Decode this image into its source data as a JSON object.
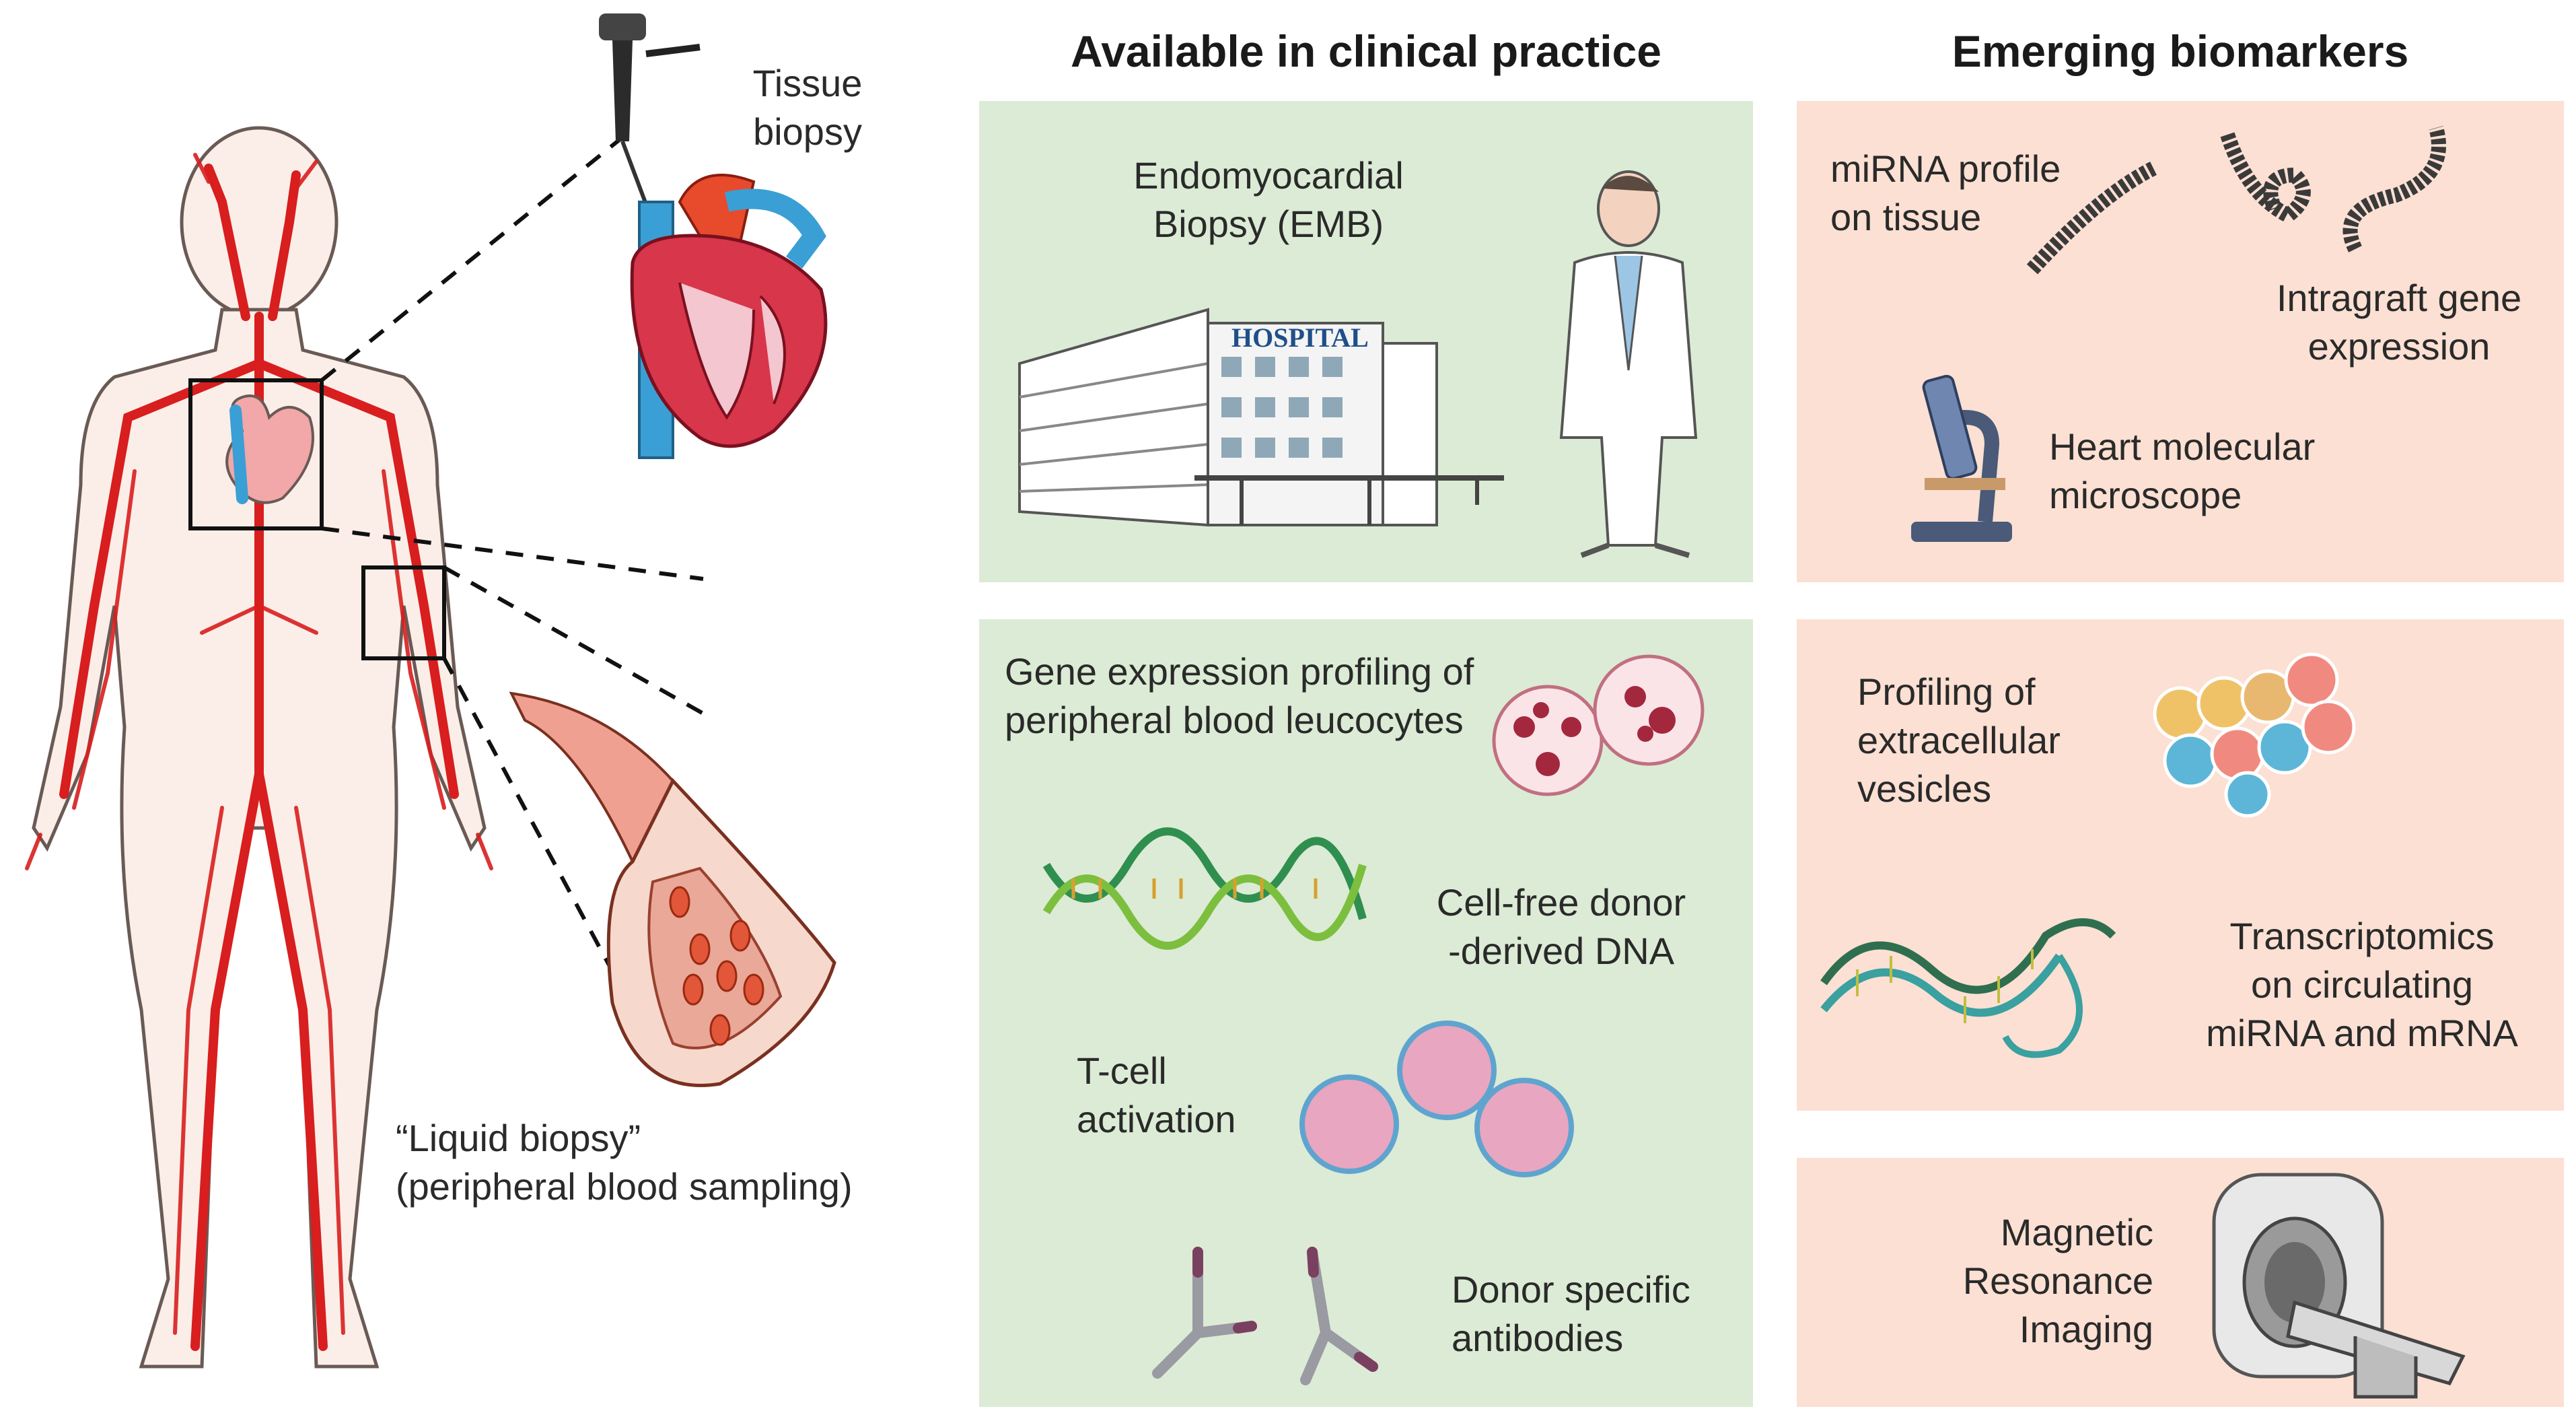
{
  "colors": {
    "artery": "#d81e1e",
    "vein": "#3a9fd4",
    "clinical_panel": "#dcebd5",
    "emerging_panel": "#fbe0d3",
    "rbc": "#e2563a"
  },
  "left": {
    "tissue_biopsy": [
      "Tissue",
      "biopsy"
    ],
    "liquid_biopsy": [
      "“Liquid biopsy”",
      "(peripheral blood sampling)"
    ]
  },
  "clinical": {
    "heading": "Available in clinical practice",
    "hospital_sign": "HOSPITAL",
    "emb": [
      "Endomyocardial",
      "Biopsy (EMB)"
    ],
    "gep": [
      "Gene expression profiling of",
      "peripheral blood leucocytes"
    ],
    "cfdna": [
      "Cell-free donor",
      "-derived DNA"
    ],
    "tcell": [
      "T-cell",
      "activation"
    ],
    "dsa": [
      "Donor specific",
      "antibodies"
    ]
  },
  "emerging": {
    "heading": "Emerging biomarkers",
    "mirna_tissue": [
      "miRNA profile",
      "on tissue"
    ],
    "intragraft": [
      "Intragraft gene",
      "expression"
    ],
    "molecular_microscope": [
      "Heart molecular",
      "microscope"
    ],
    "vesicles": [
      "Profiling of",
      "extracellular",
      "vesicles"
    ],
    "transcriptomics": [
      "Transcriptomics",
      "on circulating",
      "miRNA and mRNA"
    ],
    "mri": [
      "Magnetic",
      "Resonance",
      "Imaging"
    ]
  }
}
